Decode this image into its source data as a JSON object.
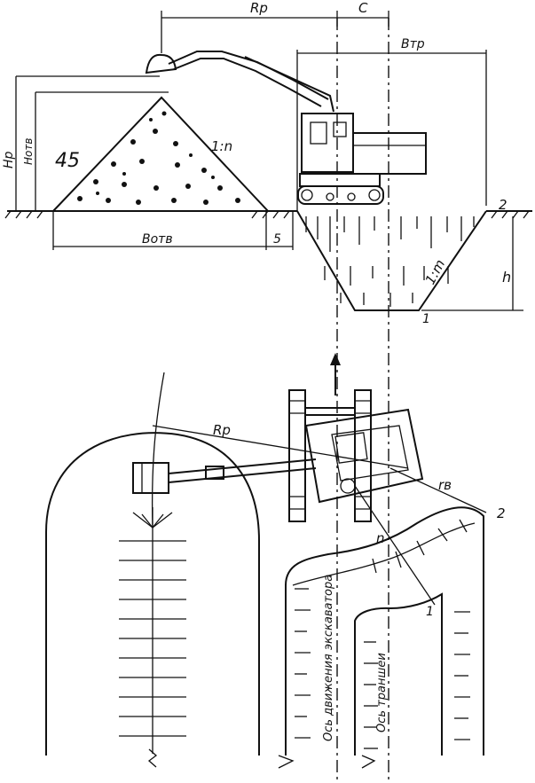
{
  "diagram": {
    "labels": {
      "rp_top": "Rр",
      "c": "C",
      "b_tr": "Bтр",
      "h_p": "Hр",
      "h_otv": "Hотв",
      "angle_45": "45",
      "slope_n": "1:n",
      "b_otv": "Bотв",
      "five": "5",
      "slope_m": "1:m",
      "h": "h",
      "pt2_top": "2",
      "pt1_top": "1",
      "rp_plan": "Rр",
      "r_small": "rв",
      "n_plan": "n",
      "pt2_plan": "2",
      "pt1_plan": "1",
      "axis_excavator": "Ось движения экскаватора",
      "axis_trench": "Ось траншеи"
    },
    "colors": {
      "ink": "#111111",
      "paper": "#ffffff"
    }
  }
}
